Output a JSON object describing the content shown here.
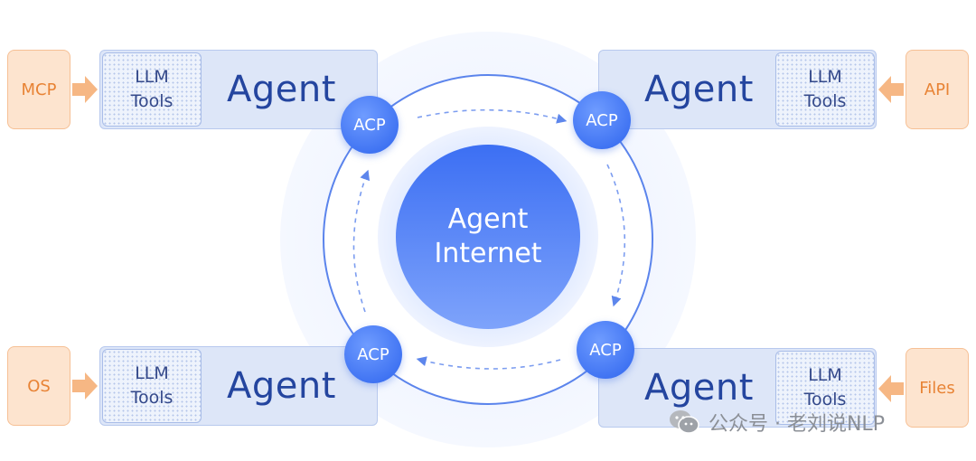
{
  "center": {
    "line1": "Agent",
    "line2": "Internet"
  },
  "acp_label": "ACP",
  "agents": [
    {
      "label": "Agent",
      "tools_line1": "LLM",
      "tools_line2": "Tools",
      "source": "MCP"
    },
    {
      "label": "Agent",
      "tools_line1": "LLM",
      "tools_line2": "Tools",
      "source": "API"
    },
    {
      "label": "Agent",
      "tools_line1": "LLM",
      "tools_line2": "Tools",
      "source": "OS"
    },
    {
      "label": "Agent",
      "tools_line1": "LLM",
      "tools_line2": "Tools",
      "source": "Files"
    }
  ],
  "watermark": {
    "text": "公众号 · 老刘说NLP",
    "icon": "wechat-icon"
  },
  "colors": {
    "agent_text": "#24459f",
    "agent_fill": "#dde6f8",
    "acp_blue": "#3e72f2",
    "source_orange": "#e88335",
    "source_fill": "#fde4cf",
    "arrow_orange": "#f6b784"
  }
}
